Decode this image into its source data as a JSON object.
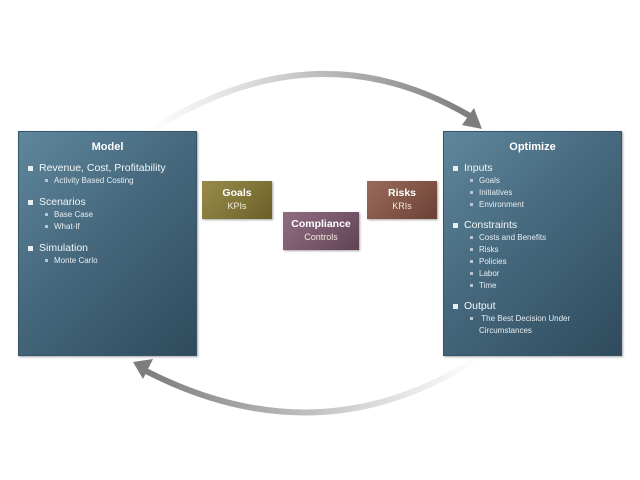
{
  "model": {
    "title": "Model",
    "sections": [
      {
        "heading": "Revenue, Cost, Profitability",
        "items": [
          "Activity Based Costing"
        ]
      },
      {
        "heading": "Scenarios",
        "items": [
          "Base Case",
          "What-If"
        ]
      },
      {
        "heading": "Simulation",
        "items": [
          "Monte Carlo"
        ]
      }
    ]
  },
  "optimize": {
    "title": "Optimize",
    "sections": [
      {
        "heading": "Inputs",
        "items": [
          "Goals",
          "Initiatives",
          "Environment"
        ]
      },
      {
        "heading": "Constraints",
        "items": [
          "Costs and Benefits",
          "Risks",
          "Policies",
          "Labor",
          "Time"
        ]
      },
      {
        "heading": "Output",
        "items": [
          " The Best Decision Under Circumstances"
        ]
      }
    ]
  },
  "goals": {
    "title": "Goals",
    "subtitle": "KPIs"
  },
  "risks": {
    "title": "Risks",
    "subtitle": "KRIs"
  },
  "compliance": {
    "title": "Compliance",
    "subtitle": "Controls"
  },
  "colors": {
    "panel": "#46687d",
    "goals": "#7f7236",
    "risks": "#7f5244",
    "compliance": "#765569",
    "arrow": "#8c8c8c"
  }
}
